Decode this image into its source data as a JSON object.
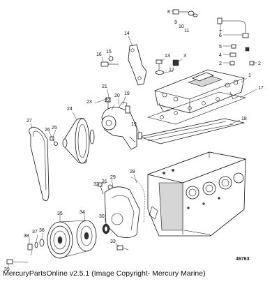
{
  "diagram": {
    "id": "46763",
    "copyright": "MercuryPartsOnline v2.5.1 (Image Copyright- Mercury Marine)"
  },
  "callouts": [
    {
      "label": "1"
    },
    {
      "label": "2"
    },
    {
      "label": "2"
    },
    {
      "label": "3"
    },
    {
      "label": "4"
    },
    {
      "label": "5"
    },
    {
      "label": "6"
    },
    {
      "label": "7"
    },
    {
      "label": "8"
    },
    {
      "label": "9"
    },
    {
      "label": "10"
    },
    {
      "label": "11"
    },
    {
      "label": "12"
    },
    {
      "label": "13"
    },
    {
      "label": "14"
    },
    {
      "label": "15"
    },
    {
      "label": "16"
    },
    {
      "label": "17"
    },
    {
      "label": "18"
    },
    {
      "label": "19"
    },
    {
      "label": "19"
    },
    {
      "label": "20"
    },
    {
      "label": "21"
    },
    {
      "label": "22"
    },
    {
      "label": "23"
    },
    {
      "label": "24"
    },
    {
      "label": "25"
    },
    {
      "label": "26"
    },
    {
      "label": "27"
    },
    {
      "label": "28"
    },
    {
      "label": "29"
    },
    {
      "label": "30"
    },
    {
      "label": "31"
    },
    {
      "label": "32"
    },
    {
      "label": "33"
    },
    {
      "label": "34"
    },
    {
      "label": "35"
    },
    {
      "label": "36"
    },
    {
      "label": "37"
    },
    {
      "label": "38"
    },
    {
      "label": "39"
    }
  ]
}
